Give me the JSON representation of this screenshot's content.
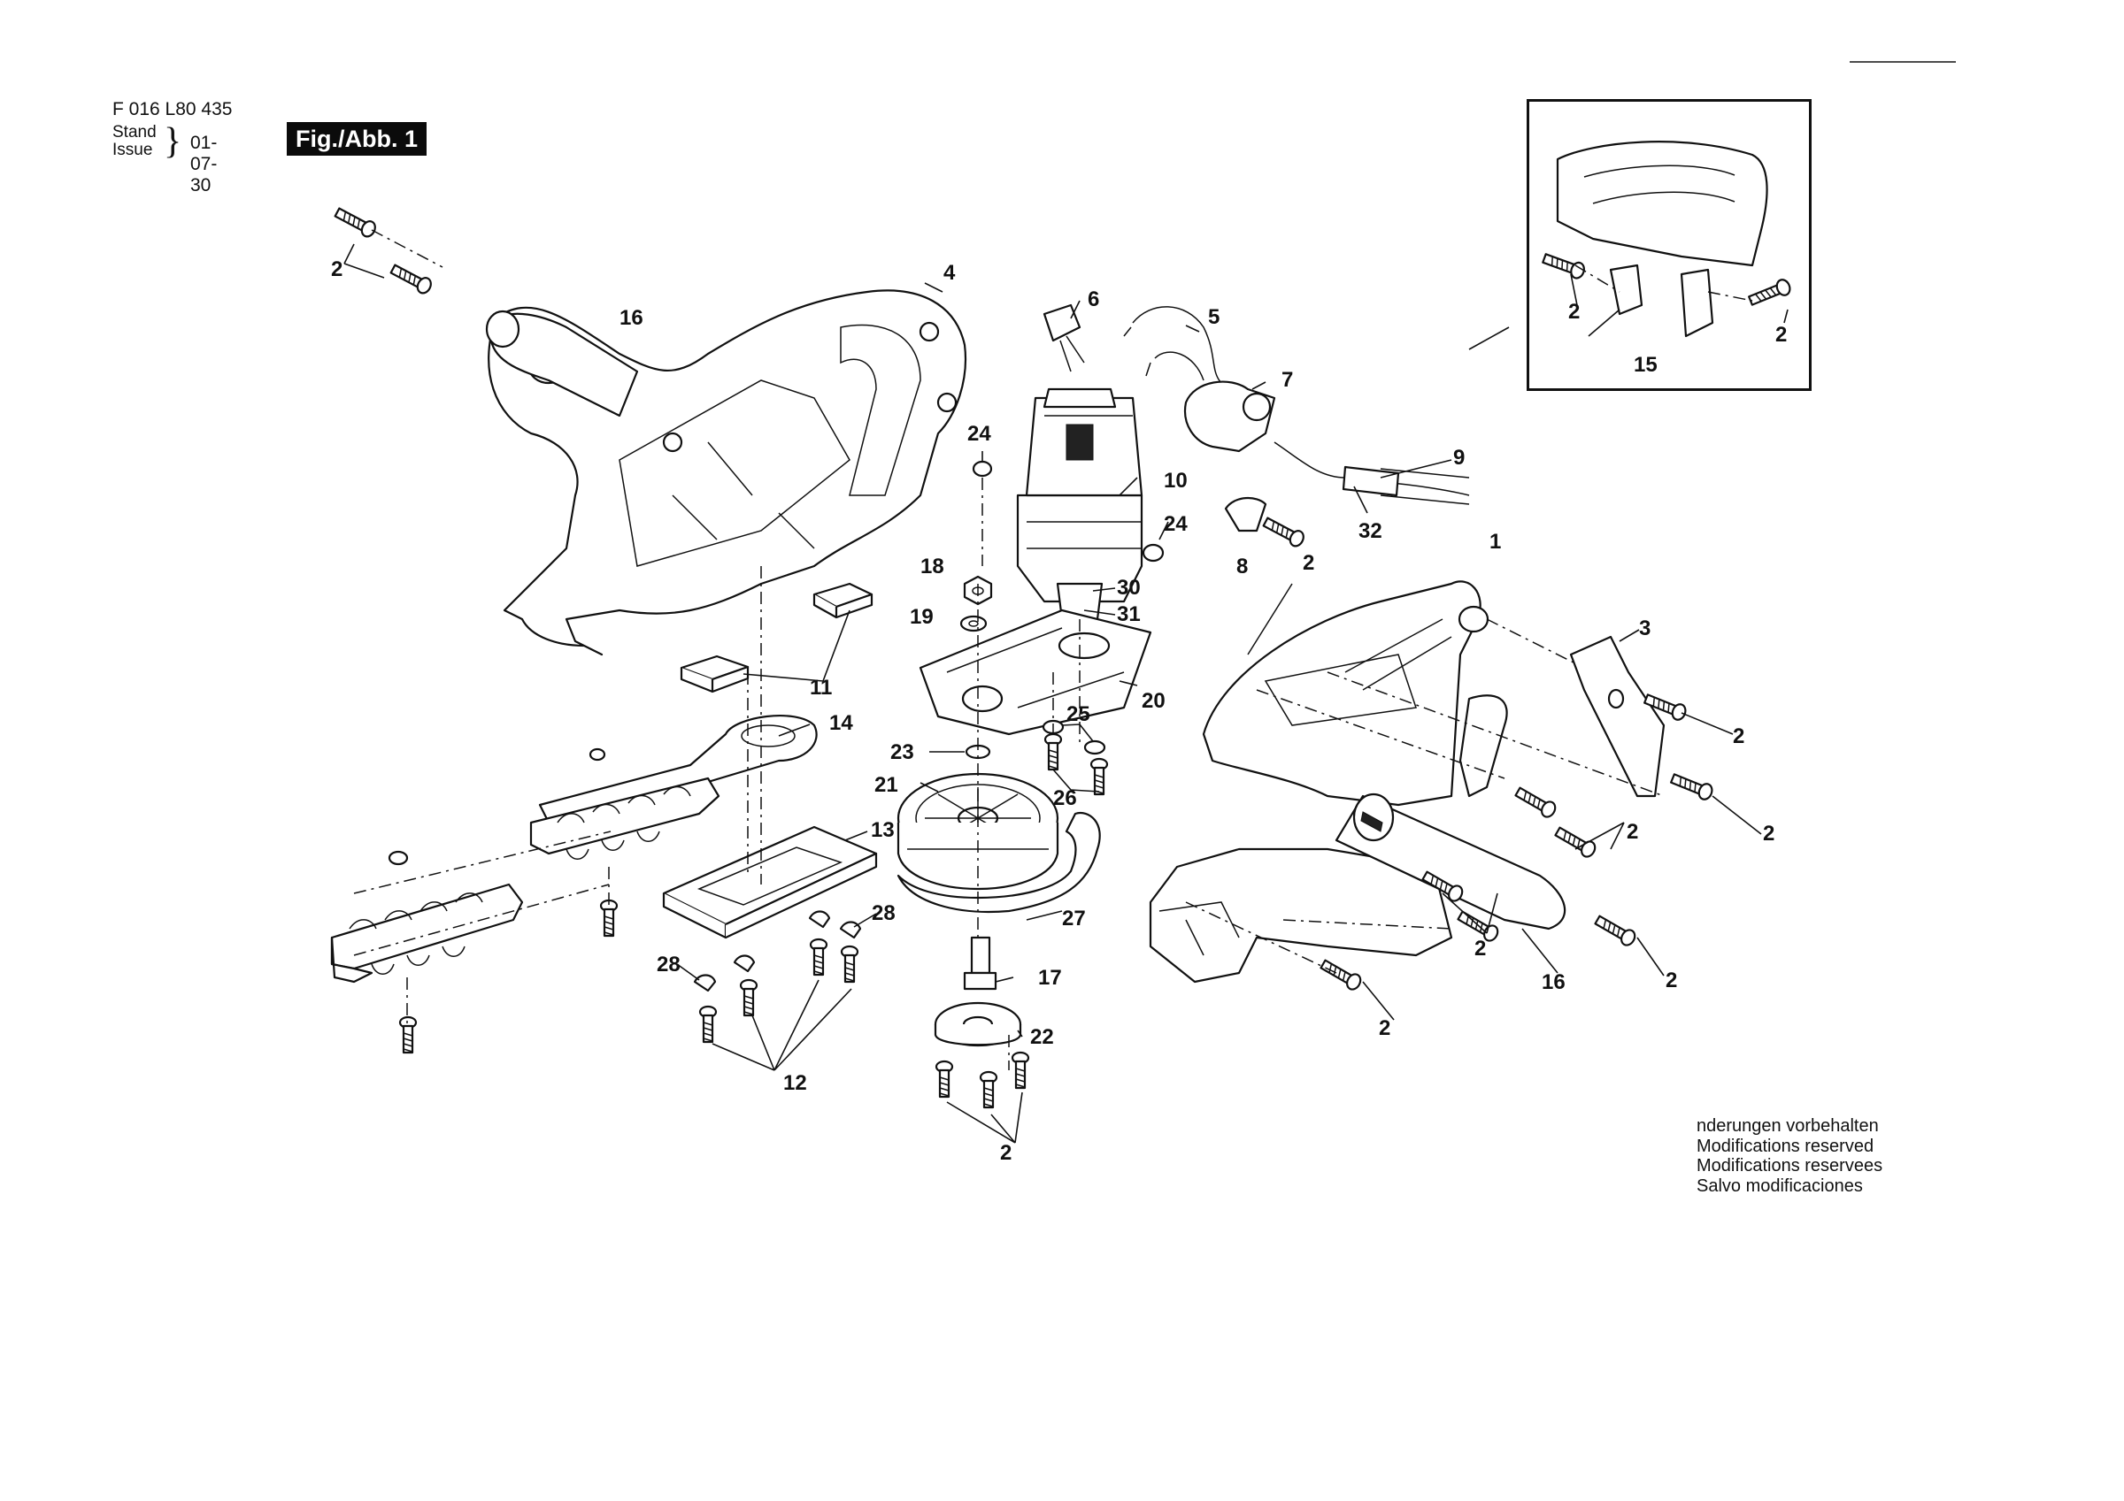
{
  "header": {
    "code": "F 016 L80 435",
    "stand": "Stand",
    "issue": "Issue",
    "brace": "}",
    "date": "01-07-30",
    "fig": "Fig./Abb. 1"
  },
  "notice": [
    "nderungen vorbehalten",
    "Modifications reserved",
    "Modifications reservees",
    "Salvo modificaciones"
  ],
  "labels": {
    "p1": "1",
    "p2": "2",
    "p3": "3",
    "p4": "4",
    "p5": "5",
    "p6": "6",
    "p7": "7",
    "p8": "8",
    "p9": "9",
    "p10": "10",
    "p11": "11",
    "p12": "12",
    "p13": "13",
    "p14": "14",
    "p15": "15",
    "p16": "16",
    "p17": "17",
    "p18": "18",
    "p19": "19",
    "p20": "20",
    "p21": "21",
    "p22": "22",
    "p23": "23",
    "p24": "24",
    "p25": "25",
    "p26": "26",
    "p27": "27",
    "p28": "28",
    "p30": "30",
    "p31": "31",
    "p32": "32"
  }
}
